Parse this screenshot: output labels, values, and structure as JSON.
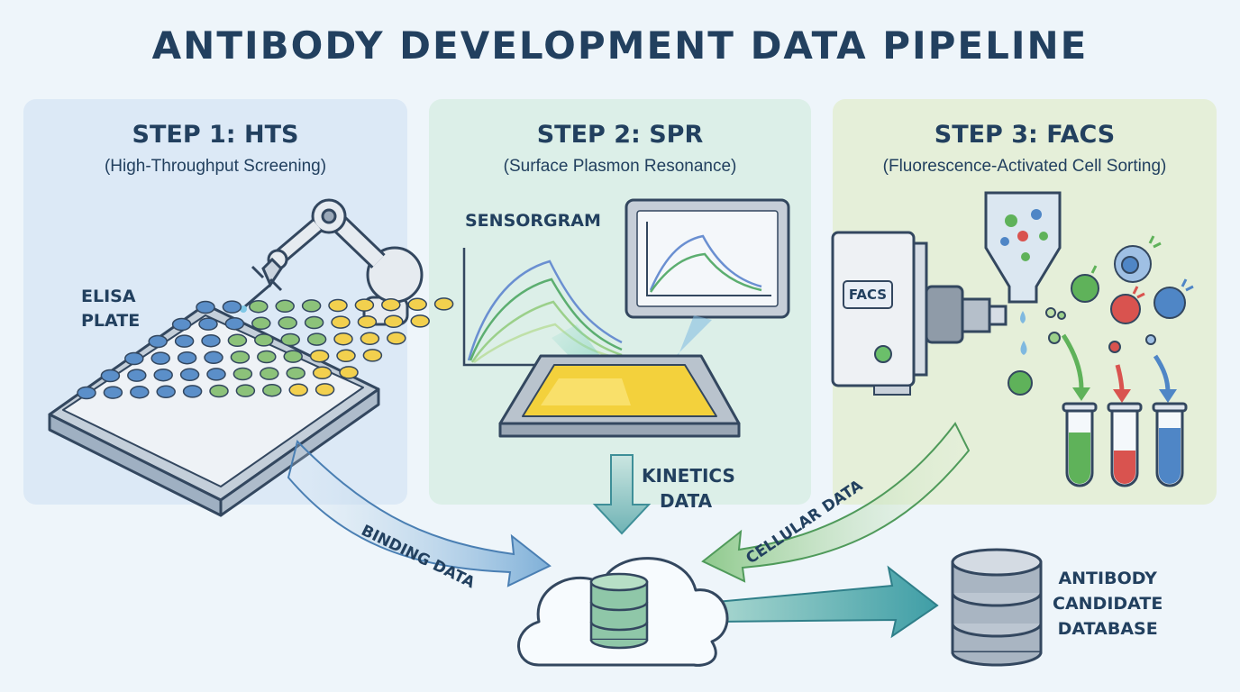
{
  "title": "ANTIBODY DEVELOPMENT DATA PIPELINE",
  "steps": [
    {
      "title": "STEP 1: HTS",
      "subtitle": "(High-Throughput Screening)",
      "label_line1": "ELISA",
      "label_line2": "PLATE"
    },
    {
      "title": "STEP 2: SPR",
      "subtitle": "(Surface Plasmon Resonance)",
      "label": "SENSORGRAM"
    },
    {
      "title": "STEP 3: FACS",
      "subtitle": "(Fluorescence-Activated Cell Sorting)",
      "device_label": "FACS"
    }
  ],
  "flows": {
    "binding": "BINDING DATA",
    "kinetics_line1": "KINETICS",
    "kinetics_line2": "DATA",
    "cellular": "CELLULAR DATA"
  },
  "database": {
    "line1": "ANTIBODY",
    "line2": "CANDIDATE",
    "line3": "DATABASE"
  },
  "colors": {
    "navy": "#22405f",
    "panel_hts": "#dce9f6",
    "panel_spr": "#dcefe8",
    "panel_facs": "#e5efd9",
    "well_blue": "#5b8fc9",
    "well_green": "#8cc27a",
    "well_yellow": "#f2d04e",
    "chip_gold": "#f3d13c",
    "cell_green": "#5fb25a",
    "cell_red": "#d9534f",
    "cell_blue": "#4f86c6"
  },
  "icons": [
    "robot-arm-icon",
    "elisa-plate-icon",
    "sensorgram-chart-icon",
    "monitor-icon",
    "sensor-chip-icon",
    "facs-machine-icon",
    "nozzle-icon",
    "cell-icon",
    "test-tube-icon",
    "cloud-icon",
    "database-icon"
  ]
}
